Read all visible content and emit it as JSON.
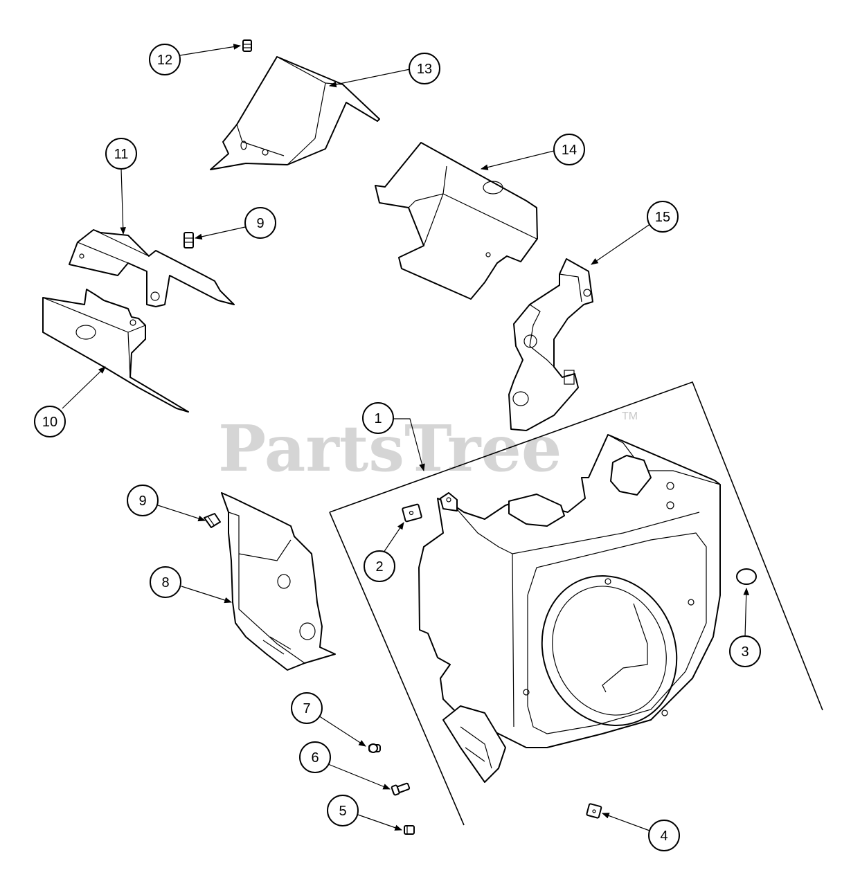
{
  "watermark": {
    "text": "PartsTree",
    "mark": "TM"
  },
  "callouts": [
    {
      "id": "c1",
      "label": "1"
    },
    {
      "id": "c2",
      "label": "2"
    },
    {
      "id": "c3",
      "label": "3"
    },
    {
      "id": "c4",
      "label": "4"
    },
    {
      "id": "c5",
      "label": "5"
    },
    {
      "id": "c6",
      "label": "6"
    },
    {
      "id": "c7",
      "label": "7"
    },
    {
      "id": "c8",
      "label": "8"
    },
    {
      "id": "c9a",
      "label": "9"
    },
    {
      "id": "c9b",
      "label": "9"
    },
    {
      "id": "c10",
      "label": "10"
    },
    {
      "id": "c11",
      "label": "11"
    },
    {
      "id": "c12",
      "label": "12"
    },
    {
      "id": "c13",
      "label": "13"
    },
    {
      "id": "c14",
      "label": "14"
    },
    {
      "id": "c15",
      "label": "15"
    }
  ]
}
